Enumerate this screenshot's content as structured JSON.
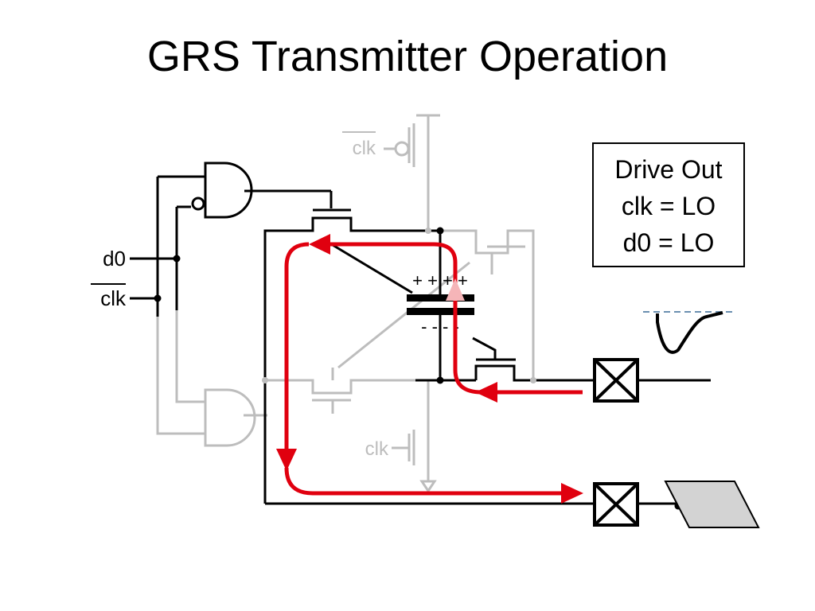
{
  "slide": {
    "title": "GRS Transmitter Operation"
  },
  "labels": {
    "d0": "d0",
    "clk_bar": "clk",
    "clk_bar_top": "clk",
    "clk_bottom": "clk"
  },
  "capacitor": {
    "top_charge": "+ + + +",
    "bottom_charge": "- - - -"
  },
  "status_box": {
    "line1": "Drive Out",
    "line2": "clk = LO",
    "line3": "d0 = LO"
  },
  "colors": {
    "active": "#e0000f",
    "inactive": "#bdbdbd",
    "wire": "#000000",
    "reference_line": "#6a8fb0",
    "output_shape": "#d3d3d3"
  }
}
